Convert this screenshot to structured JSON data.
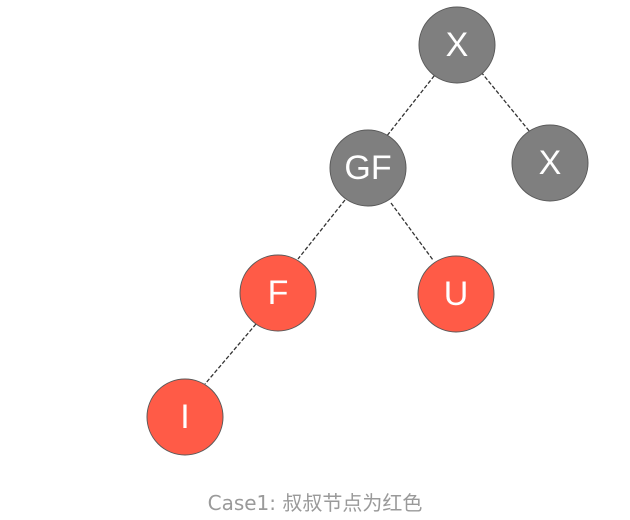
{
  "colors": {
    "black_node": "#7f7f7f",
    "red_node": "#ff5b47",
    "node_outline": "#5a5a5a",
    "edge": "#333333",
    "caption_text": "#9a9a9a"
  },
  "tree": {
    "nodes": [
      {
        "id": "root",
        "label": "X",
        "color": "black"
      },
      {
        "id": "gf",
        "label": "GF",
        "color": "black"
      },
      {
        "id": "right-x",
        "label": "X",
        "color": "black"
      },
      {
        "id": "f",
        "label": "F",
        "color": "red"
      },
      {
        "id": "u",
        "label": "U",
        "color": "red"
      },
      {
        "id": "i",
        "label": "I",
        "color": "red"
      }
    ],
    "edges": [
      {
        "from": "root",
        "to": "gf"
      },
      {
        "from": "root",
        "to": "right-x"
      },
      {
        "from": "gf",
        "to": "f"
      },
      {
        "from": "gf",
        "to": "u"
      },
      {
        "from": "f",
        "to": "i"
      }
    ]
  },
  "caption": "Case1: 叔叔节点为红色"
}
